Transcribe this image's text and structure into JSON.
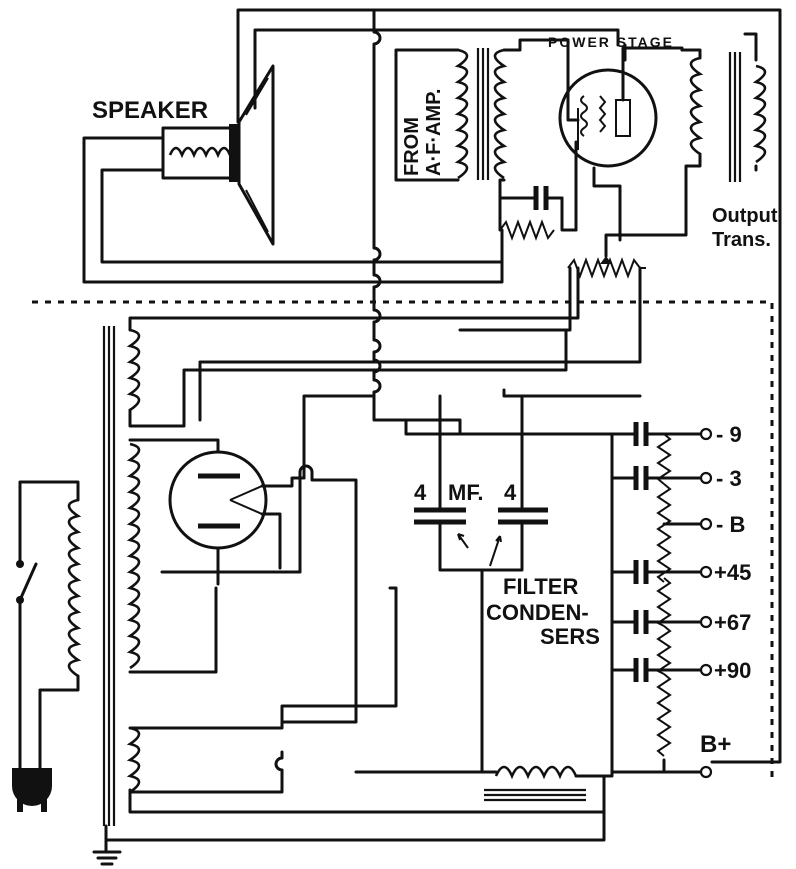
{
  "labels": {
    "speaker": "SPEAKER",
    "power_stage": "POWER STAGE",
    "from_af_line1": "FROM",
    "from_af_line2": "A·F·AMP.",
    "output_line1": "Output",
    "output_line2": "Trans.",
    "mf_left": "4",
    "mf_unit": "MF.",
    "mf_right": "4",
    "filter_line1": "FILTER",
    "filter_line2": "CONDEN-",
    "filter_line3": "SERS",
    "b_plus": "B+"
  },
  "terminals": [
    {
      "label": "- 9"
    },
    {
      "label": "- 3"
    },
    {
      "label": "- B"
    },
    {
      "label": "+45"
    },
    {
      "label": "+67"
    },
    {
      "label": "+90"
    }
  ]
}
